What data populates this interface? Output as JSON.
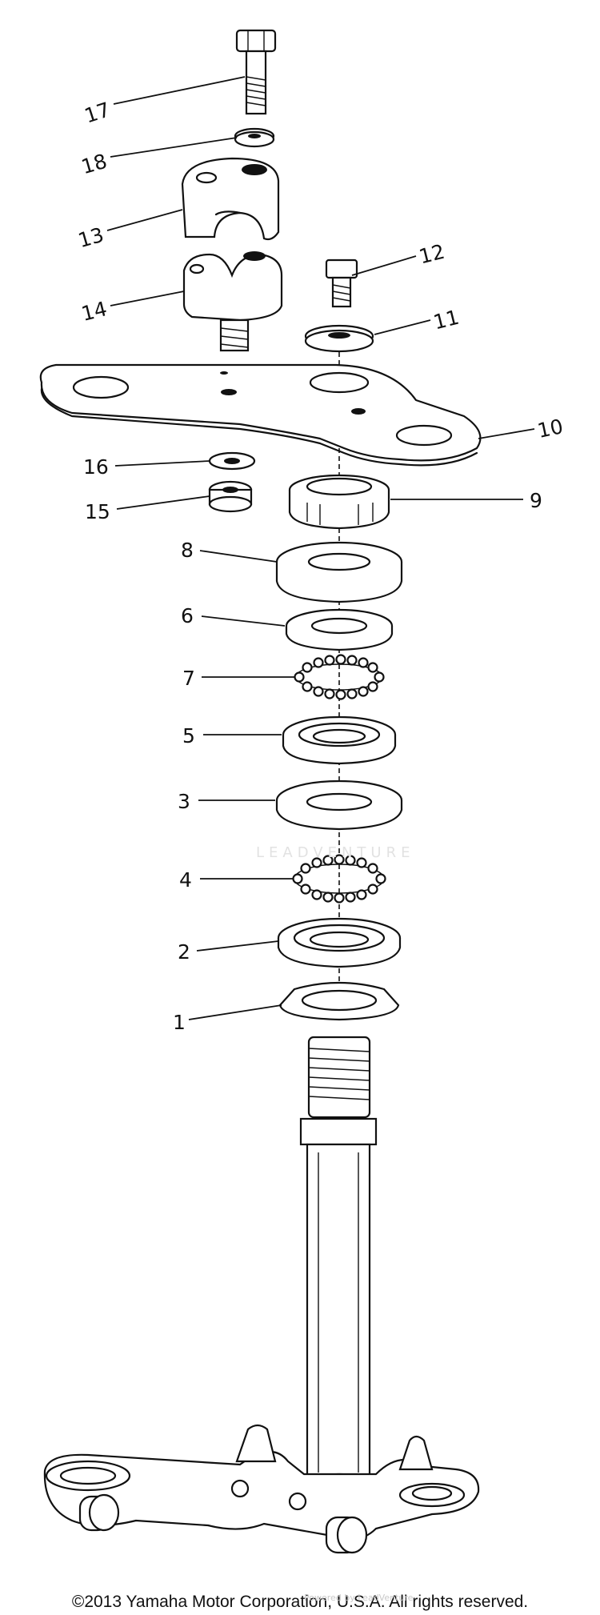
{
  "diagram": {
    "watermark": "LEADVENTURE",
    "callouts": [
      {
        "id": "17",
        "text": "17"
      },
      {
        "id": "18",
        "text": "18"
      },
      {
        "id": "13",
        "text": "13"
      },
      {
        "id": "14",
        "text": "14"
      },
      {
        "id": "12",
        "text": "12"
      },
      {
        "id": "11",
        "text": "11"
      },
      {
        "id": "10",
        "text": "10"
      },
      {
        "id": "16",
        "text": "16"
      },
      {
        "id": "15",
        "text": "15"
      },
      {
        "id": "9",
        "text": "9"
      },
      {
        "id": "8",
        "text": "8"
      },
      {
        "id": "6",
        "text": "6"
      },
      {
        "id": "7",
        "text": "7"
      },
      {
        "id": "5",
        "text": "5"
      },
      {
        "id": "3",
        "text": "3"
      },
      {
        "id": "4",
        "text": "4"
      },
      {
        "id": "2",
        "text": "2"
      },
      {
        "id": "1",
        "text": "1"
      }
    ]
  },
  "footer": {
    "copyright": "©2013 Yamaha Motor Corporation, U.S.A. All rights reserved.",
    "watermark_sub": "Powered by LeadVenture"
  }
}
